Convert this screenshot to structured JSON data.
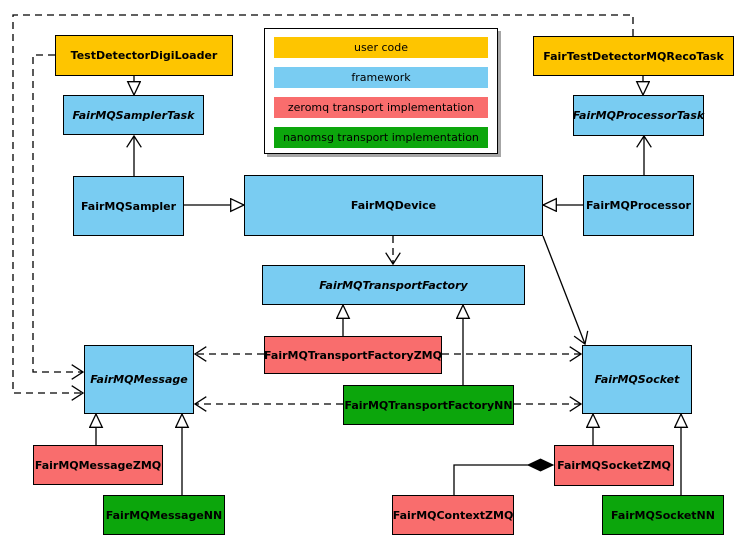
{
  "legend": {
    "items": [
      {
        "label": "user code",
        "color": "#FEC500"
      },
      {
        "label": "framework",
        "color": "#79CCF2"
      },
      {
        "label": "zeromq transport implementation",
        "color": "#F96D6D"
      },
      {
        "label": "nanomsg transport implementation",
        "color": "#0CA60C"
      }
    ]
  },
  "nodes": {
    "testDetectorDigiLoader": {
      "label": "TestDetectorDigiLoader",
      "category": "user code",
      "abstract": false
    },
    "fairMQSamplerTask": {
      "label": "FairMQSamplerTask",
      "category": "framework",
      "abstract": true
    },
    "fairMQSampler": {
      "label": "FairMQSampler",
      "category": "framework",
      "abstract": false
    },
    "fairTestDetectorMQRecoTask": {
      "label": "FairTestDetectorMQRecoTask",
      "category": "user code",
      "abstract": false
    },
    "fairMQProcessorTask": {
      "label": "FairMQProcessorTask",
      "category": "framework",
      "abstract": true
    },
    "fairMQProcessor": {
      "label": "FairMQProcessor",
      "category": "framework",
      "abstract": false
    },
    "fairMQDevice": {
      "label": "FairMQDevice",
      "category": "framework",
      "abstract": false
    },
    "fairMQTransportFactory": {
      "label": "FairMQTransportFactory",
      "category": "framework",
      "abstract": true
    },
    "fairMQTransportFactoryZMQ": {
      "label": "FairMQTransportFactoryZMQ",
      "category": "zeromq transport implementation",
      "abstract": false
    },
    "fairMQTransportFactoryNN": {
      "label": "FairMQTransportFactoryNN",
      "category": "nanomsg transport implementation",
      "abstract": false
    },
    "fairMQMessage": {
      "label": "FairMQMessage",
      "category": "framework",
      "abstract": true
    },
    "fairMQSocket": {
      "label": "FairMQSocket",
      "category": "framework",
      "abstract": true
    },
    "fairMQMessageZMQ": {
      "label": "FairMQMessageZMQ",
      "category": "zeromq transport implementation",
      "abstract": false
    },
    "fairMQMessageNN": {
      "label": "FairMQMessageNN",
      "category": "nanomsg transport implementation",
      "abstract": false
    },
    "fairMQSocketZMQ": {
      "label": "FairMQSocketZMQ",
      "category": "zeromq transport implementation",
      "abstract": false
    },
    "fairMQSocketNN": {
      "label": "FairMQSocketNN",
      "category": "nanomsg transport implementation",
      "abstract": false
    },
    "fairMQContextZMQ": {
      "label": "FairMQContextZMQ",
      "category": "zeromq transport implementation",
      "abstract": false
    }
  },
  "edges": [
    {
      "from": "TestDetectorDigiLoader",
      "to": "FairMQSamplerTask",
      "type": "inheritance"
    },
    {
      "from": "FairTestDetectorMQRecoTask",
      "to": "FairMQProcessorTask",
      "type": "inheritance"
    },
    {
      "from": "FairMQSampler",
      "to": "FairMQDevice",
      "type": "inheritance"
    },
    {
      "from": "FairMQProcessor",
      "to": "FairMQDevice",
      "type": "inheritance"
    },
    {
      "from": "FairMQSampler",
      "to": "FairMQSamplerTask",
      "type": "association"
    },
    {
      "from": "FairMQProcessor",
      "to": "FairMQProcessorTask",
      "type": "association"
    },
    {
      "from": "FairMQDevice",
      "to": "FairMQSocket",
      "type": "association"
    },
    {
      "from": "FairMQDevice",
      "to": "FairMQTransportFactory",
      "type": "dependency"
    },
    {
      "from": "FairMQTransportFactoryZMQ",
      "to": "FairMQTransportFactory",
      "type": "inheritance"
    },
    {
      "from": "FairMQTransportFactoryNN",
      "to": "FairMQTransportFactory",
      "type": "inheritance"
    },
    {
      "from": "FairMQTransportFactoryZMQ",
      "to": "FairMQMessage",
      "type": "dependency"
    },
    {
      "from": "FairMQTransportFactoryZMQ",
      "to": "FairMQSocket",
      "type": "dependency"
    },
    {
      "from": "FairMQTransportFactoryNN",
      "to": "FairMQMessage",
      "type": "dependency"
    },
    {
      "from": "FairMQTransportFactoryNN",
      "to": "FairMQSocket",
      "type": "dependency"
    },
    {
      "from": "TestDetectorDigiLoader",
      "to": "FairMQMessage",
      "type": "dependency"
    },
    {
      "from": "FairTestDetectorMQRecoTask",
      "to": "FairMQMessage",
      "type": "dependency"
    },
    {
      "from": "FairMQMessageZMQ",
      "to": "FairMQMessage",
      "type": "inheritance"
    },
    {
      "from": "FairMQMessageNN",
      "to": "FairMQMessage",
      "type": "inheritance"
    },
    {
      "from": "FairMQSocketZMQ",
      "to": "FairMQSocket",
      "type": "inheritance"
    },
    {
      "from": "FairMQSocketNN",
      "to": "FairMQSocket",
      "type": "inheritance"
    },
    {
      "from": "FairMQSocketZMQ",
      "to": "FairMQContextZMQ",
      "type": "composition"
    }
  ]
}
